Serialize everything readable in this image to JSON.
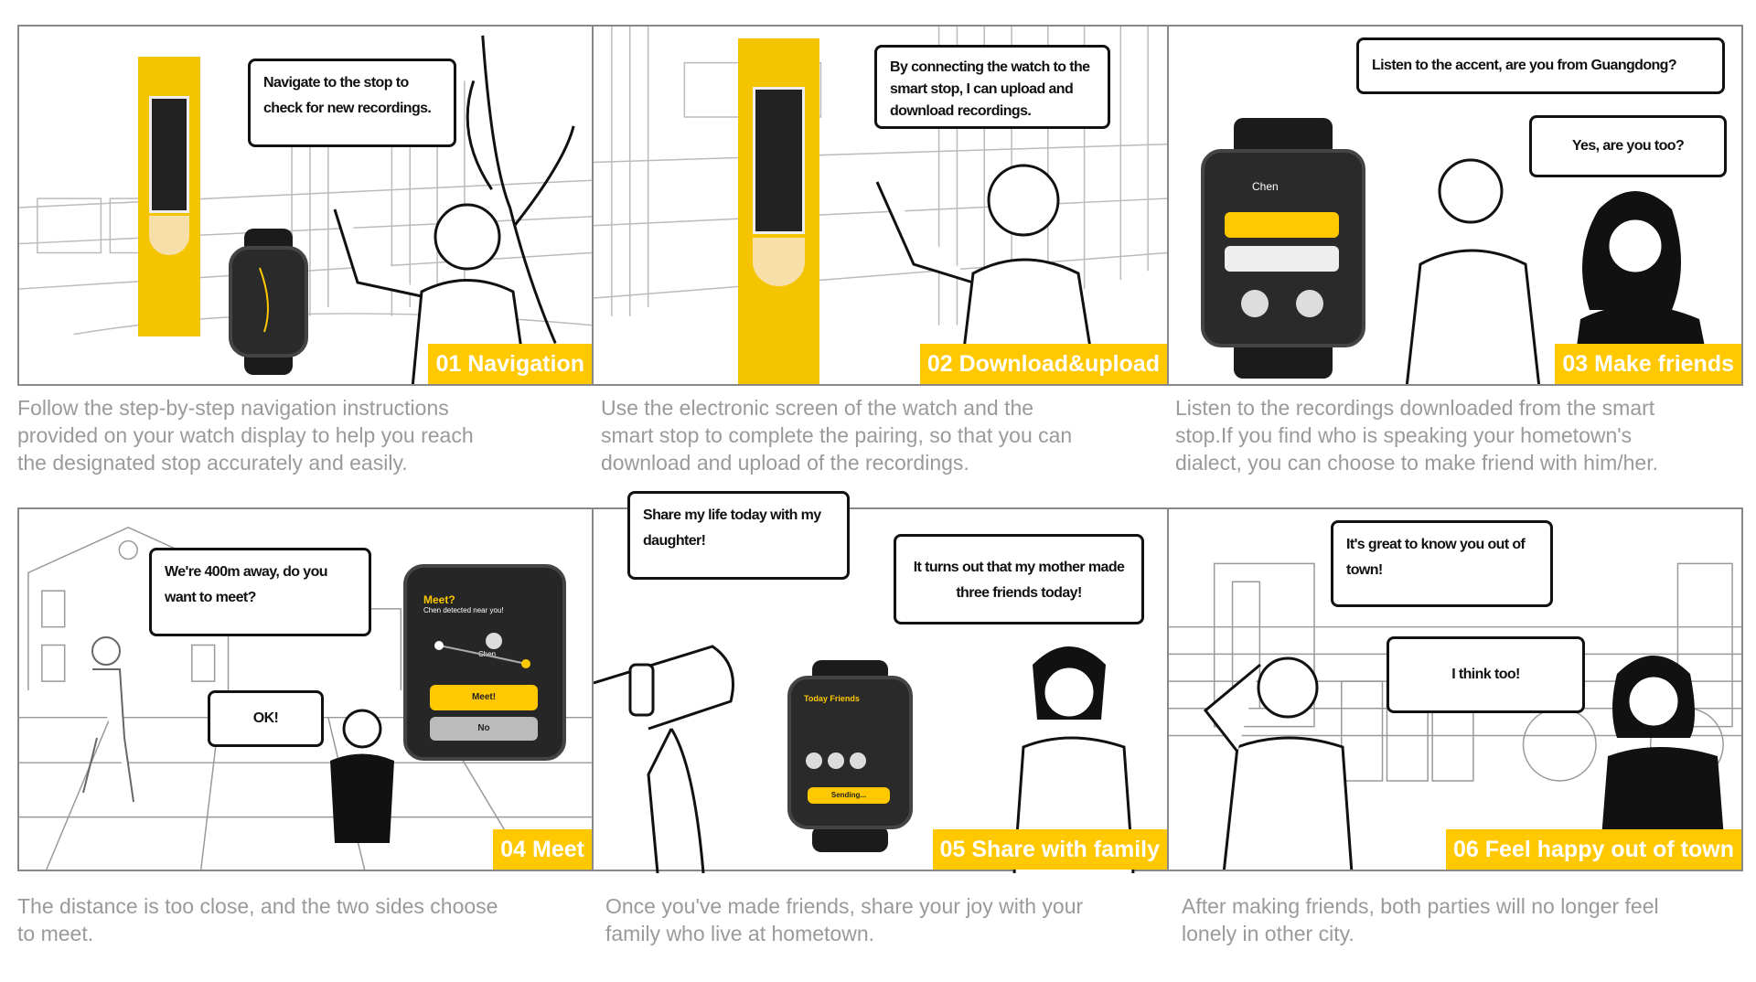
{
  "panels": [
    {
      "label": "01 Navigation",
      "bubbles": [
        "Navigate to the stop to check for new recordings."
      ],
      "caption": [
        "Follow the step-by-step navigation instructions",
        "provided on your watch display to help you reach",
        "the designated stop accurately and easily."
      ]
    },
    {
      "label": "02 Download&upload",
      "bubbles": [
        "By connecting the watch to the smart stop, I can upload and download recordings."
      ],
      "caption": [
        "Use the electronic screen of the watch and the",
        "smart stop to complete the pairing, so that you can",
        "download and upload of the recordings."
      ]
    },
    {
      "label": "03 Make friends",
      "bubbles": [
        "Listen to the accent, are you from Guangdong?",
        "Yes, are you too?"
      ],
      "caption": [
        "Listen to the recordings downloaded from the smart",
        "stop.If you find who is speaking your hometown's",
        "dialect, you can choose to make friend with him/her."
      ],
      "watch": {
        "contact": "Chen"
      }
    },
    {
      "label": "04 Meet",
      "bubbles": [
        "We're 400m away, do you want to meet?",
        "OK!"
      ],
      "caption": [
        "The distance is too close, and the two sides choose",
        "to meet."
      ],
      "watch": {
        "title": "Meet?",
        "subtitle": "Chen detected near you!",
        "name": "Chen",
        "accept": "Meet!",
        "decline": "No"
      }
    },
    {
      "label": "05 Share with family",
      "bubbles": [
        "Share my life today with my daughter!",
        "It turns out that my mother made three friends today!"
      ],
      "caption": [
        "Once you've made friends, share your joy with your",
        "family who live at hometown."
      ],
      "watch": {
        "title": "Today Friends",
        "button": "Sending..."
      }
    },
    {
      "label": "06 Feel happy out of town",
      "bubbles": [
        "It's great to know you out of town!",
        "I think too!"
      ],
      "caption": [
        "After making friends, both parties will no longer feel",
        "lonely in other city."
      ]
    }
  ],
  "colors": {
    "accent": "#FFC800",
    "caption": "#9a9a9a"
  }
}
